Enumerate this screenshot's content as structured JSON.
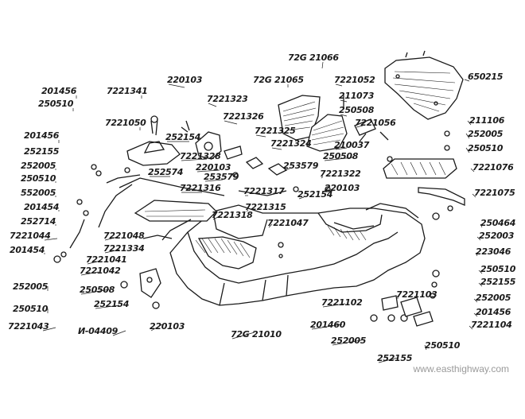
{
  "labels": [
    {
      "id": "726-21066",
      "text": "72G 21066"
    },
    {
      "id": "726-21065",
      "text": "72G 21065"
    },
    {
      "id": "7221052",
      "text": "7221052"
    },
    {
      "id": "650215",
      "text": "650215"
    },
    {
      "id": "220103-a",
      "text": "220103"
    },
    {
      "id": "7221341",
      "text": "7221341"
    },
    {
      "id": "201456-a",
      "text": "201456"
    },
    {
      "id": "250510-a",
      "text": "250510"
    },
    {
      "id": "7221050",
      "text": "7221050"
    },
    {
      "id": "7221323",
      "text": "7221323"
    },
    {
      "id": "211073",
      "text": "211073"
    },
    {
      "id": "250508-a",
      "text": "250508"
    },
    {
      "id": "7221056",
      "text": "7221056"
    },
    {
      "id": "211106",
      "text": "211106"
    },
    {
      "id": "252005-a",
      "text": "252005"
    },
    {
      "id": "250510-b",
      "text": "250510"
    },
    {
      "id": "201456-b",
      "text": "201456"
    },
    {
      "id": "7221326",
      "text": "7221326"
    },
    {
      "id": "7221325",
      "text": "7221325"
    },
    {
      "id": "7221324",
      "text": "7221324"
    },
    {
      "id": "252154-a",
      "text": "252154"
    },
    {
      "id": "210037",
      "text": "210037"
    },
    {
      "id": "250508-b",
      "text": "250508"
    },
    {
      "id": "252155-a",
      "text": "252155"
    },
    {
      "id": "7221328",
      "text": "7221328"
    },
    {
      "id": "220103-b",
      "text": "220103"
    },
    {
      "id": "253579-a",
      "text": "253579"
    },
    {
      "id": "253579-b",
      "text": "253579"
    },
    {
      "id": "7221322",
      "text": "7221322"
    },
    {
      "id": "220103-c",
      "text": "220103"
    },
    {
      "id": "7221076",
      "text": "7221076"
    },
    {
      "id": "252005-b",
      "text": "252005"
    },
    {
      "id": "250510-c",
      "text": "250510"
    },
    {
      "id": "552005",
      "text": "552005"
    },
    {
      "id": "252574",
      "text": "252574"
    },
    {
      "id": "7221316",
      "text": "7221316"
    },
    {
      "id": "7221317",
      "text": "7221317"
    },
    {
      "id": "252154-b",
      "text": "252154"
    },
    {
      "id": "7221075",
      "text": "7221075"
    },
    {
      "id": "201454-a",
      "text": "201454"
    },
    {
      "id": "7221315",
      "text": "7221315"
    },
    {
      "id": "7221318",
      "text": "7221318"
    },
    {
      "id": "7221047",
      "text": "7221047"
    },
    {
      "id": "252714",
      "text": "252714"
    },
    {
      "id": "250464",
      "text": "250464"
    },
    {
      "id": "7221044",
      "text": "7221044"
    },
    {
      "id": "252003",
      "text": "252003"
    },
    {
      "id": "7221048",
      "text": "7221048"
    },
    {
      "id": "7221334",
      "text": "7221334"
    },
    {
      "id": "223046",
      "text": "223046"
    },
    {
      "id": "201454-b",
      "text": "201454"
    },
    {
      "id": "7221041",
      "text": "7221041"
    },
    {
      "id": "7221042",
      "text": "7221042"
    },
    {
      "id": "250510-d",
      "text": "250510"
    },
    {
      "id": "252005-c",
      "text": "252005"
    },
    {
      "id": "252155-b",
      "text": "252155"
    },
    {
      "id": "250508-c",
      "text": "250508"
    },
    {
      "id": "252154-c",
      "text": "252154"
    },
    {
      "id": "252005-d",
      "text": "252005"
    },
    {
      "id": "250510-e",
      "text": "250510"
    },
    {
      "id": "7221102",
      "text": "7221102"
    },
    {
      "id": "7221103",
      "text": "7221103"
    },
    {
      "id": "201456-c",
      "text": "201456"
    },
    {
      "id": "7221043",
      "text": "7221043"
    },
    {
      "id": "И-04409",
      "text": "И-04409"
    },
    {
      "id": "220103-d",
      "text": "220103"
    },
    {
      "id": "726-21010",
      "text": "72G 21010"
    },
    {
      "id": "201460",
      "text": "201460"
    },
    {
      "id": "7221104",
      "text": "7221104"
    },
    {
      "id": "252005-e",
      "text": "252005"
    },
    {
      "id": "250510-f",
      "text": "250510"
    },
    {
      "id": "252155-c",
      "text": "252155"
    }
  ],
  "watermark": "www.easthighway.com"
}
